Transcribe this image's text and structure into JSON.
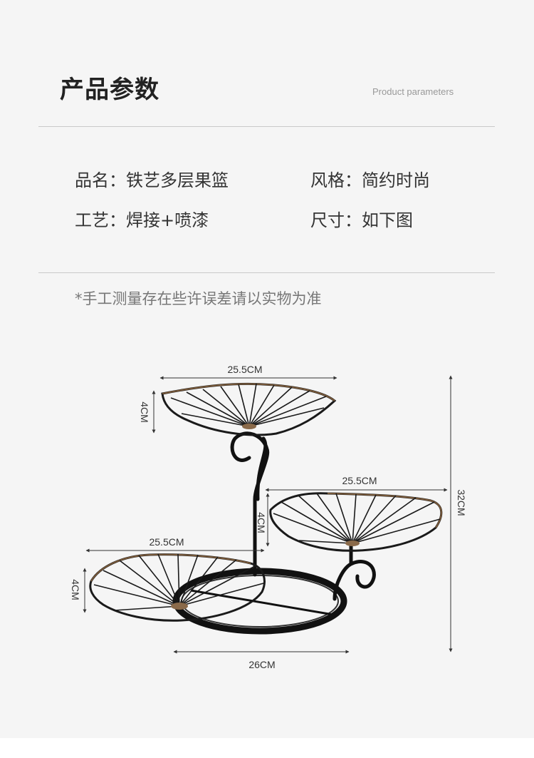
{
  "header": {
    "title_cn": "产品参数",
    "title_en": "Product parameters"
  },
  "specs": [
    {
      "label": "品名：",
      "value": "铁艺多层果篮"
    },
    {
      "label": "风格：",
      "value": "简约时尚"
    },
    {
      "label": "工艺：",
      "value": "焊接+喷漆"
    },
    {
      "label": "尺寸：",
      "value": "如下图"
    }
  ],
  "note": "*手工测量存在些许误差请以实物为准",
  "dimensions": {
    "top_width": "25.5CM",
    "top_depth": "4CM",
    "right_width": "25.5CM",
    "right_depth": "4CM",
    "left_width": "25.5CM",
    "left_depth": "4CM",
    "base_width": "26CM",
    "total_height": "32CM"
  },
  "colors": {
    "background": "#f5f5f5",
    "rule": "#c9c9c9",
    "wire": "#1a1a1a",
    "rim": "#7a5a3a"
  }
}
